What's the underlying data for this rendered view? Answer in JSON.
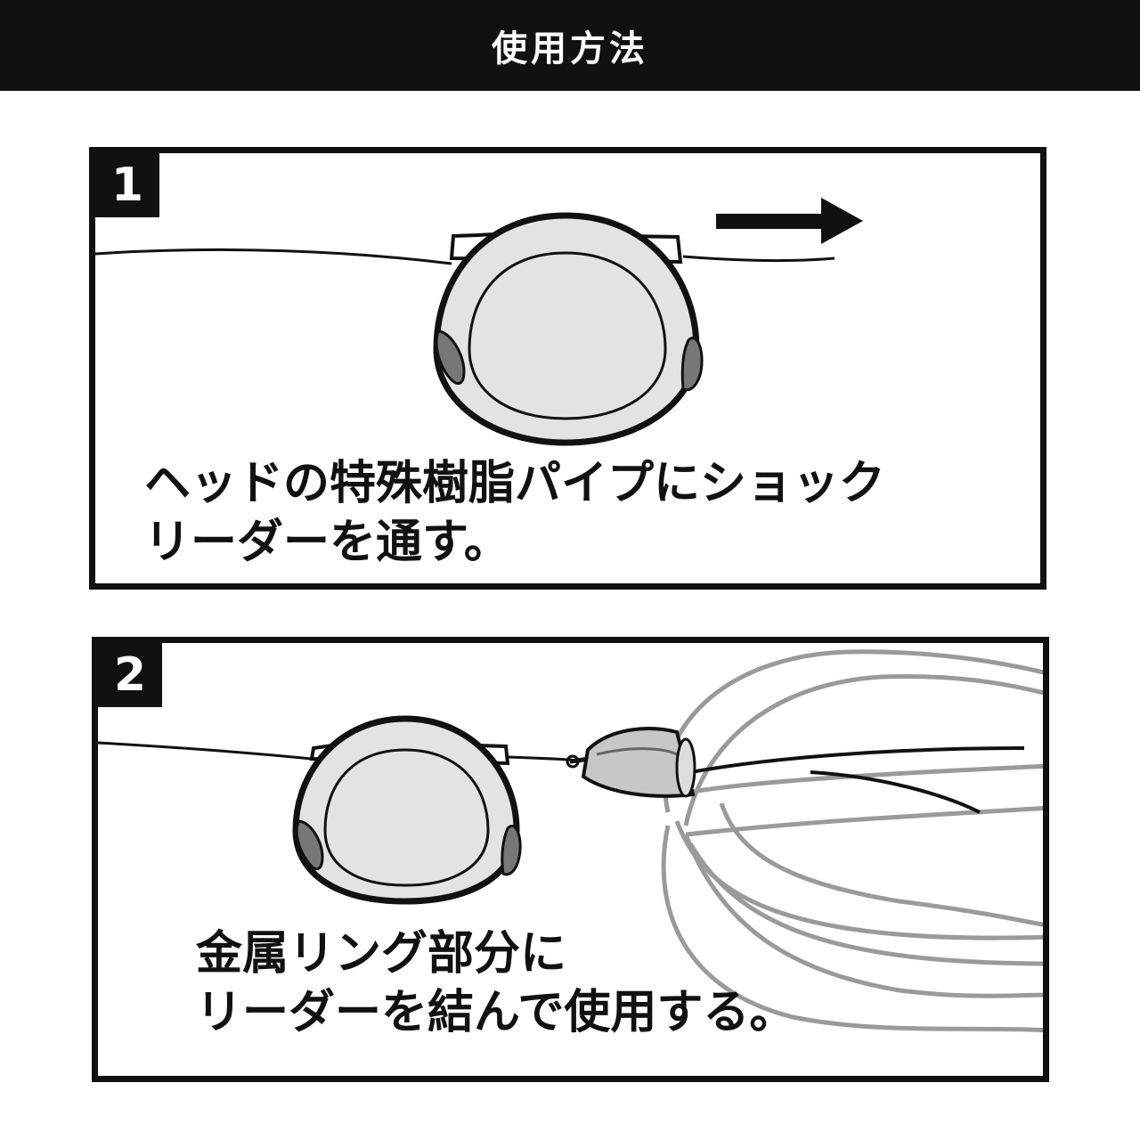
{
  "header": {
    "title": "使用方法"
  },
  "steps": [
    {
      "number": "1",
      "line1": "ヘッドの特殊樹脂パイプにショック",
      "line2": "リーダーを通す。"
    },
    {
      "number": "2",
      "line1": "金属リング部分に",
      "line2": "リーダーを結んで使用する。"
    }
  ],
  "colors": {
    "ink": "#111111",
    "head_fill": "#e3e3e3",
    "skirt": "#9a9a9a",
    "background": "#ffffff"
  }
}
